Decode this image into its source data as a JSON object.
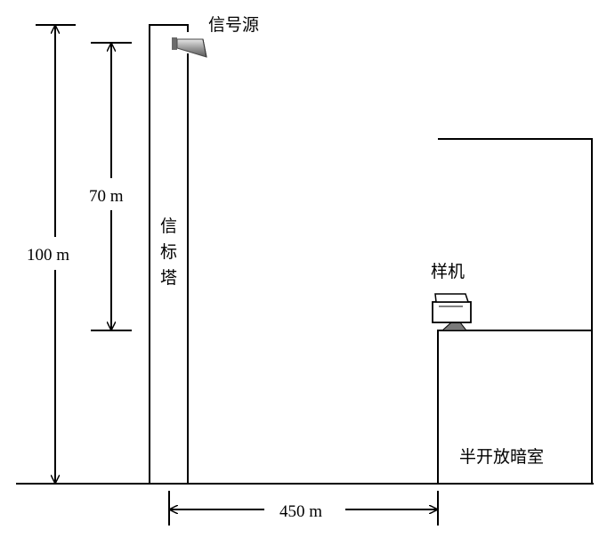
{
  "labels": {
    "signal_source": "信号源",
    "tower_char_1": "信",
    "tower_char_2": "标",
    "tower_char_3": "塔",
    "sample_machine": "样机",
    "chamber": "半开放暗室",
    "dim_total_height": "100 m",
    "dim_source_height": "70 m",
    "dim_distance": "450 m"
  },
  "icons": {
    "source": "horn-antenna-icon",
    "sample": "sample-device-icon"
  },
  "colors": {
    "line": "#000000",
    "antenna_dark": "#5a5a5a",
    "antenna_light": "#c8c8c8"
  }
}
